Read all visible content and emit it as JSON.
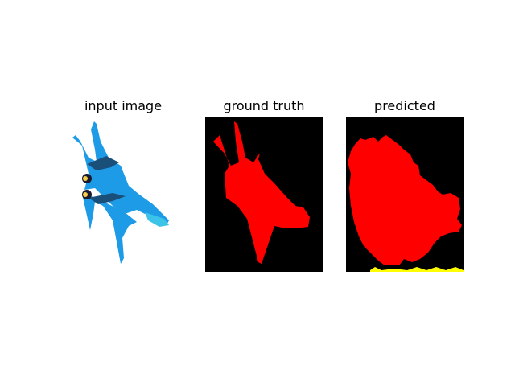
{
  "panels": [
    {
      "title": "input image"
    },
    {
      "title": "ground truth"
    },
    {
      "title": "predicted"
    }
  ],
  "colors": {
    "background": "#ffffff",
    "mask_background": "#000000",
    "mask_foreground": "#ff0000",
    "mask_error": "#ffff00",
    "jet_body": "#1e9be6",
    "jet_dark": "#1a4f7a"
  },
  "icons": {
    "input": "fighter-jet-photo",
    "ground_truth": "jet-segmentation-mask",
    "predicted": "predicted-segmentation-mask"
  }
}
